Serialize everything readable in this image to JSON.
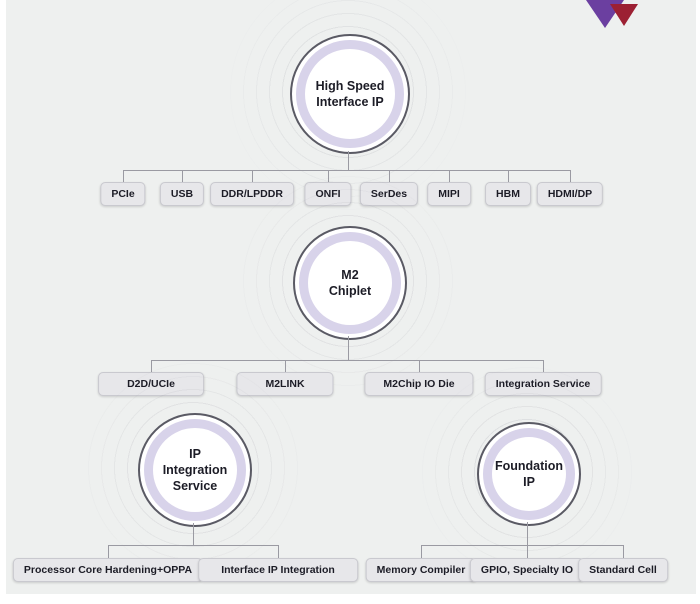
{
  "theme": {
    "canvas": "#eef0ef",
    "ring": "#d8d3ea",
    "ring-outline": "#5a5a64",
    "chip-bg": "#e7e7ea",
    "chip-border": "#c9c9cf",
    "text": "#1c1c26",
    "connector": "#9a9aa2",
    "logo-purple": "#6b3fa0",
    "logo-maroon": "#9c2033"
  },
  "logo": {
    "name": "brand-logo"
  },
  "groups": [
    {
      "title": "High Speed\nInterface IP",
      "children": [
        {
          "label": "PCIe"
        },
        {
          "label": "USB"
        },
        {
          "label": "DDR/LPDDR"
        },
        {
          "label": "ONFI"
        },
        {
          "label": "SerDes"
        },
        {
          "label": "MIPI"
        },
        {
          "label": "HBM"
        },
        {
          "label": "HDMI/DP"
        }
      ]
    },
    {
      "title": "M2\nChiplet",
      "children": [
        {
          "label": "D2D/UCIe"
        },
        {
          "label": "M2LINK"
        },
        {
          "label": "M2Chip IO Die"
        },
        {
          "label": "Integration Service"
        }
      ]
    },
    {
      "title": "IP\nIntegration\nService",
      "children": [
        {
          "label": "Processor Core Hardening+OPPA"
        },
        {
          "label": "Interface IP Integration"
        }
      ]
    },
    {
      "title": "Foundation\nIP",
      "children": [
        {
          "label": "Memory Compiler"
        },
        {
          "label": "GPIO, Specialty IO"
        },
        {
          "label": "Standard Cell"
        }
      ]
    }
  ]
}
